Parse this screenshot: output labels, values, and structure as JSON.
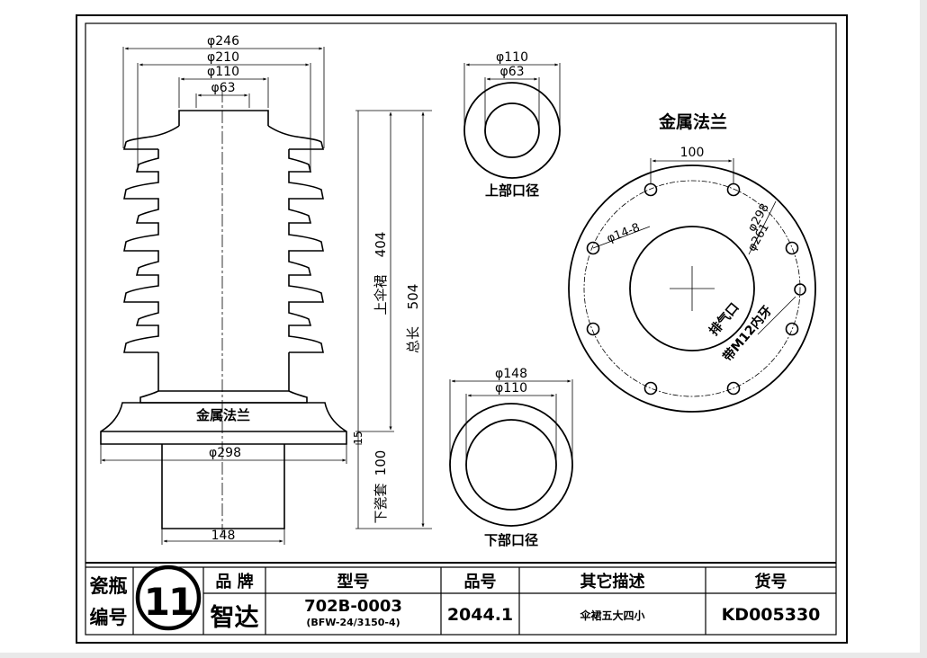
{
  "left_dims": {
    "d246": "φ246",
    "d210": "φ210",
    "d110": "φ110",
    "d63": "φ63",
    "d298": "φ298",
    "d148": "148",
    "d15": "15",
    "upper_skirt_label": "上伞裙",
    "upper_skirt_value": "404",
    "total_label": "总长",
    "total_value": "504",
    "lower_label": "下瓷套",
    "lower_value": "100",
    "flange_label": "金属法兰"
  },
  "upper_port": {
    "d110": "φ110",
    "d63": "φ63",
    "label": "上部口径"
  },
  "lower_port": {
    "d148": "φ148",
    "d110": "φ110",
    "label": "下部口径"
  },
  "flange": {
    "title": "金属法兰",
    "spacing": "100",
    "d298": "φ298",
    "d261": "φ261",
    "holes": "φ14-8",
    "vent": "排气口",
    "thread": "带M12内牙"
  },
  "title_block": {
    "porcelain_label_1": "瓷瓶",
    "porcelain_label_2": "编号",
    "number": "11",
    "brand_header": "品 牌",
    "brand_value": "智达",
    "model_header": "型号",
    "model_value": "702B-0003",
    "model_sub": "(BFW-24/3150-4)",
    "product_header": "品号",
    "product_value": "2044.1",
    "desc_header": "其它描述",
    "desc_value": "伞裙五大四小",
    "item_header": "货号",
    "item_value": "KD005330"
  }
}
